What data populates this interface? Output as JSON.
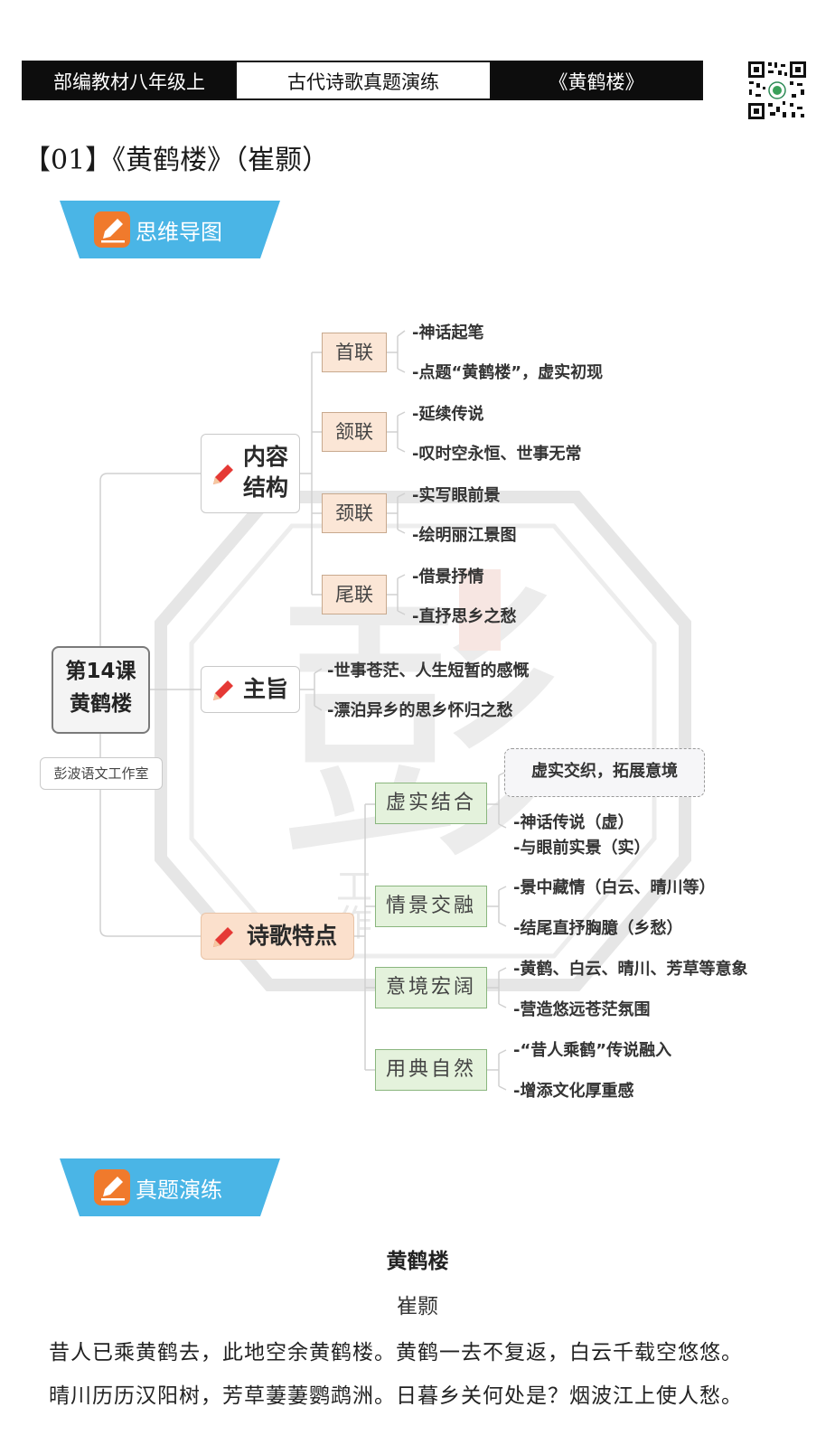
{
  "header": {
    "textbook": "部编教材八年级上",
    "section": "古代诗歌真题演练",
    "poem": "《黄鹤楼》"
  },
  "lesson_title": "【01】《黄鹤楼》（崔颢）",
  "banners": {
    "mindmap": "思维导图",
    "exercise": "真题演练"
  },
  "watermark": {
    "seal_char": "彭",
    "side_text": "工作"
  },
  "mindmap": {
    "root": {
      "line1": "第14课",
      "line2": "黄鹤楼"
    },
    "studio": "彭波语文工作室",
    "branches": {
      "structure": {
        "line1": "内容",
        "line2": "结构",
        "items": [
          {
            "name": "首联",
            "leaves": [
              "-神话起笔",
              "-点题“黄鹤楼”，虚实初现"
            ]
          },
          {
            "name": "颔联",
            "leaves": [
              "-延续传说",
              "-叹时空永恒、世事无常"
            ]
          },
          {
            "name": "颈联",
            "leaves": [
              "-实写眼前景",
              "-绘明丽江景图"
            ]
          },
          {
            "name": "尾联",
            "leaves": [
              "-借景抒情",
              "-直抒思乡之愁"
            ]
          }
        ]
      },
      "theme": {
        "label": "主旨",
        "leaves": [
          "-世事苍茫、人生短暂的感慨",
          "-漂泊异乡的思乡怀归之愁"
        ]
      },
      "features": {
        "label": "诗歌特点",
        "items": [
          {
            "name": "虚实结合",
            "note": "虚实交织，拓展意境",
            "leaves": [
              "-神话传说（虚）",
              "-与眼前实景（实）"
            ]
          },
          {
            "name": "情景交融",
            "leaves": [
              "-景中藏情（白云、晴川等）",
              "-结尾直抒胸臆（乡愁）"
            ]
          },
          {
            "name": "意境宏阔",
            "leaves": [
              "-黄鹤、白云、晴川、芳草等意象",
              "-营造悠远苍茫氛围"
            ]
          },
          {
            "name": "用典自然",
            "leaves": [
              "-“昔人乘鹤”传说融入",
              "-增添文化厚重感"
            ]
          }
        ]
      }
    }
  },
  "poem": {
    "title": "黄鹤楼",
    "author": "崔颢",
    "lines": [
      "昔人已乘黄鹤去，此地空余黄鹤楼。黄鹤一去不复返，白云千载空悠悠。",
      "晴川历历汉阳树，芳草萋萋鹦鹉洲。日暮乡关何处是？烟波江上使人愁。"
    ]
  },
  "colors": {
    "banner_blue": "#4ab5e6",
    "icon_orange": "#f07a2c",
    "lian_fill": "#fbe6d6",
    "feature_fill": "#e4f2dc"
  }
}
